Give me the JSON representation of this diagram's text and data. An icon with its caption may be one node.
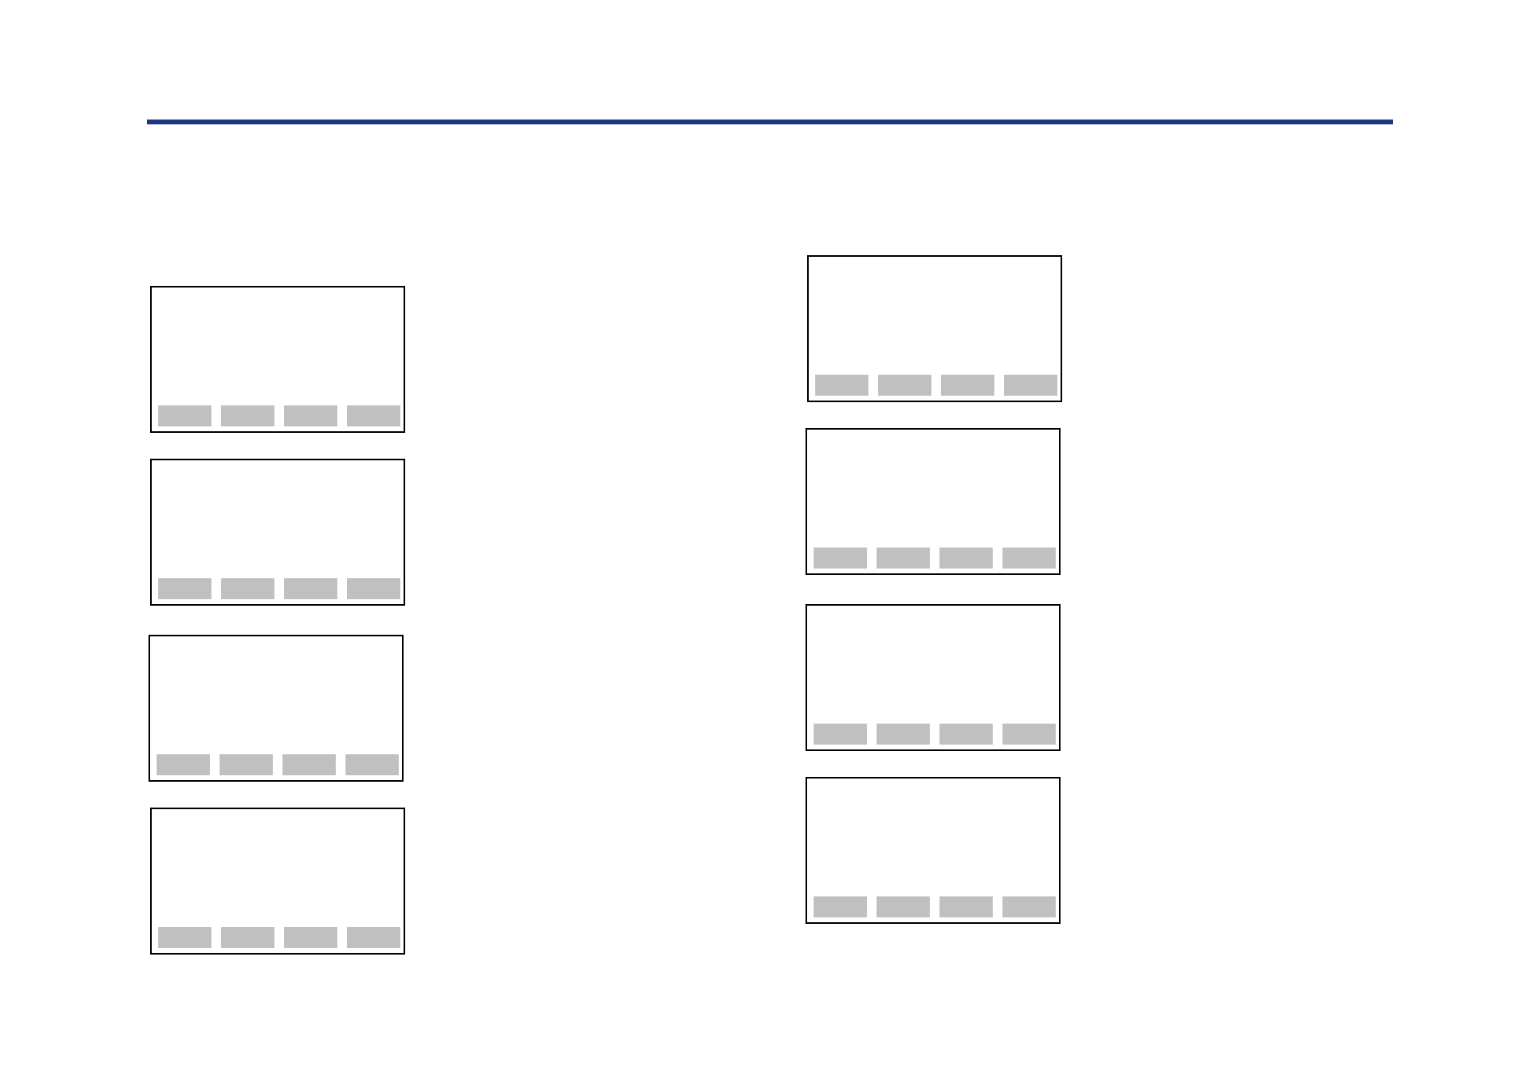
{
  "diagram": {
    "nodes": [
      {
        "text": [],
        "shape": "box"
      },
      {
        "text": [],
        "shape": "bar",
        "in": 0
      },
      {
        "text": [],
        "shape": "bar",
        "in": 0
      },
      {
        "text": [],
        "shape": "bar",
        "in": 0
      },
      {
        "text": [],
        "shape": "bar",
        "in": 0
      },
      {
        "text": [],
        "shape": "box"
      },
      {
        "text": [],
        "shape": "bar",
        "in": 5
      },
      {
        "text": [],
        "shape": "bar",
        "in": 5
      },
      {
        "text": [],
        "shape": "bar",
        "in": 5
      },
      {
        "text": [],
        "shape": "bar",
        "in": 5
      },
      {
        "text": [],
        "shape": "box"
      },
      {
        "text": [],
        "shape": "bar",
        "in": 10
      },
      {
        "text": [],
        "shape": "bar",
        "in": 10
      },
      {
        "text": [],
        "shape": "bar",
        "in": 10
      },
      {
        "text": [],
        "shape": "bar",
        "in": 10
      },
      {
        "text": [],
        "shape": "box"
      },
      {
        "text": [],
        "shape": "bar",
        "in": 15
      },
      {
        "text": [],
        "shape": "bar",
        "in": 15
      },
      {
        "text": [],
        "shape": "bar",
        "in": 15
      },
      {
        "text": [],
        "shape": "bar",
        "in": 15
      },
      {
        "text": [],
        "shape": "box"
      },
      {
        "text": [],
        "shape": "bar",
        "in": 20
      },
      {
        "text": [],
        "shape": "bar",
        "in": 20
      },
      {
        "text": [],
        "shape": "bar",
        "in": 20
      },
      {
        "text": [],
        "shape": "bar",
        "in": 20
      },
      {
        "text": [],
        "shape": "box"
      },
      {
        "text": [],
        "shape": "bar",
        "in": 25
      },
      {
        "text": [],
        "shape": "bar",
        "in": 25
      },
      {
        "text": [],
        "shape": "bar",
        "in": 25
      },
      {
        "text": [],
        "shape": "bar",
        "in": 25
      },
      {
        "text": [],
        "shape": "box"
      },
      {
        "text": [],
        "shape": "bar",
        "in": 30
      },
      {
        "text": [],
        "shape": "bar",
        "in": 30
      },
      {
        "text": [],
        "shape": "bar",
        "in": 30
      },
      {
        "text": [],
        "shape": "bar",
        "in": 30
      },
      {
        "text": [],
        "shape": "box"
      },
      {
        "text": [],
        "shape": "bar",
        "in": 35
      },
      {
        "text": [],
        "shape": "bar",
        "in": 35
      },
      {
        "text": [],
        "shape": "bar",
        "in": 35
      },
      {
        "text": [],
        "shape": "bar",
        "in": 35
      }
    ]
  }
}
